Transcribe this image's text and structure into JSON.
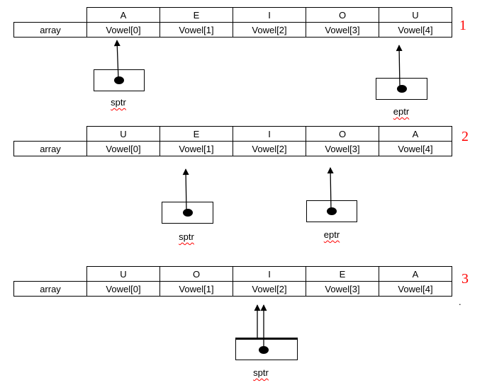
{
  "colors": {
    "step_number": "#ff0000",
    "squiggle": "#ff0000",
    "line": "#000000",
    "background": "#ffffff"
  },
  "sections": [
    {
      "step": "1",
      "array_label": "array",
      "letters": [
        "A",
        "E",
        "I",
        "O",
        "U"
      ],
      "cells": [
        "Vowel[0]",
        "Vowel[1]",
        "Vowel[2]",
        "Vowel[3]",
        "Vowel[4]"
      ],
      "pointers": [
        {
          "label": "sptr",
          "points_to": "Vowel[0]"
        },
        {
          "label": "eptr",
          "points_to": "Vowel[4]"
        }
      ]
    },
    {
      "step": "2",
      "array_label": "array",
      "letters": [
        "U",
        "E",
        "I",
        "O",
        "A"
      ],
      "cells": [
        "Vowel[0]",
        "Vowel[1]",
        "Vowel[2]",
        "Vowel[3]",
        "Vowel[4]"
      ],
      "pointers": [
        {
          "label": "sptr",
          "points_to": "Vowel[1]"
        },
        {
          "label": "eptr",
          "points_to": "Vowel[3]"
        }
      ]
    },
    {
      "step": "3",
      "array_label": "array",
      "letters": [
        "U",
        "O",
        "I",
        "E",
        "A"
      ],
      "cells": [
        "Vowel[0]",
        "Vowel[1]",
        "Vowel[2]",
        "Vowel[3]",
        "Vowel[4]"
      ],
      "pointers": [
        {
          "label": "sptr",
          "points_to": "Vowel[2]"
        }
      ]
    }
  ],
  "stray_mark": "."
}
